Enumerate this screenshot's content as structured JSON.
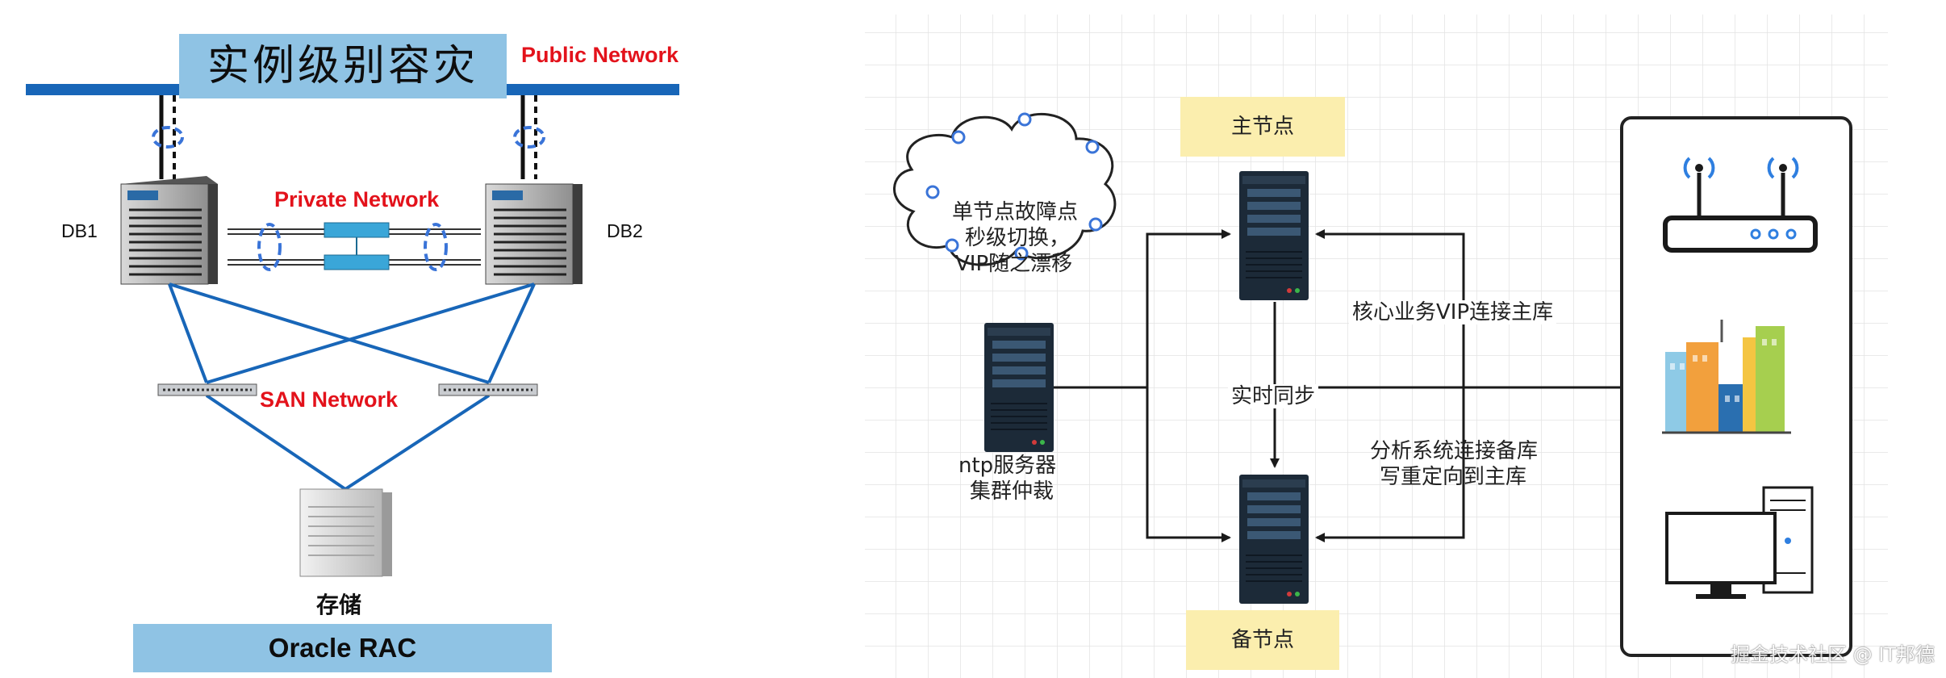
{
  "left": {
    "title": "实例级别容灾",
    "public_network": "Public Network",
    "private_network": "Private Network",
    "san_network": "SAN Network",
    "db1": "DB1",
    "db2": "DB2",
    "storage": "存储",
    "footer": "Oracle RAC"
  },
  "right": {
    "master_node": "主节点",
    "standby_node": "备节点",
    "cloud_line1": "单节点故障点",
    "cloud_line2": "秒级切换，",
    "cloud_line3": "VIP随之漂移",
    "ntp_line1": "ntp服务器",
    "ntp_line2": "集群仲裁",
    "sync": "实时同步",
    "core_vip": "核心业务VIP连接主库",
    "analysis_line1": "分析系统连接备库",
    "analysis_line2": "写重定向到主库"
  },
  "watermark": "掘金技术社区 @ IT邦德",
  "colors": {
    "network_blue": "#1866b8",
    "label_red": "#e3121b",
    "banner_blue": "#8fc3e4",
    "note_yellow": "#fbeeae",
    "server_dark": "#1c2a38"
  }
}
